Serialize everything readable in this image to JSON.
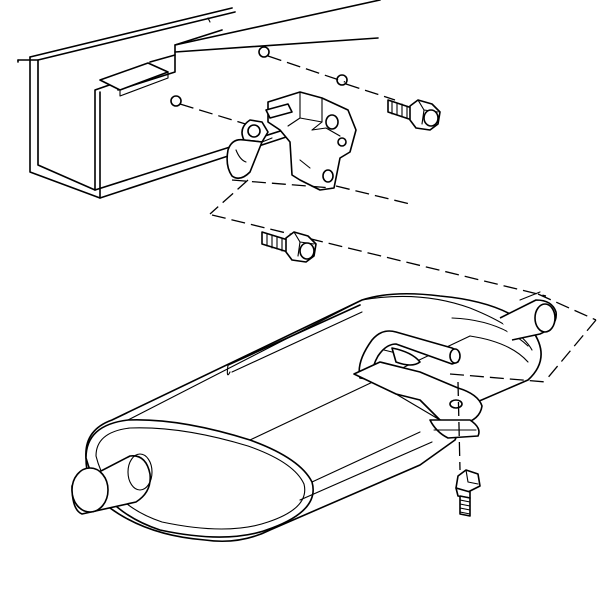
{
  "diagram": {
    "parts": [
      "frame-rail",
      "hanger-bracket",
      "rubber-insulator",
      "bracket-bolt",
      "insulator-bolt",
      "muffler",
      "tail-pipe",
      "muffler-hanger-rod",
      "muffler-clamp-bolt"
    ],
    "line_color": "#000000",
    "background_color": "#ffffff"
  }
}
